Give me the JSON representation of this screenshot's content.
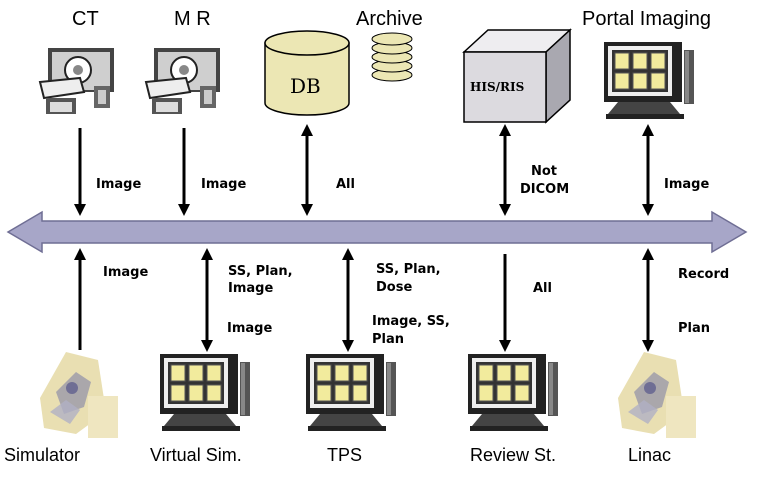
{
  "nodes_top": {
    "ct": "CT",
    "mr": "M R",
    "archive": "Archive",
    "db": "DB",
    "his_ris": "HIS/RIS",
    "portal": "Portal Imaging"
  },
  "nodes_bottom": {
    "simulator": "Simulator",
    "virtual_sim": "Virtual Sim.",
    "tps": "TPS",
    "review": "Review St.",
    "linac": "Linac"
  },
  "flows": {
    "ct_image": "Image",
    "mr_image": "Image",
    "db_all": "All",
    "his_not": "Not",
    "his_dicom": "DICOM",
    "portal_image": "Image",
    "sim_image": "Image",
    "vsim_up_1": "SS, Plan,",
    "vsim_up_2": "Image",
    "vsim_down": "Image",
    "tps_up_1": "SS, Plan,",
    "tps_up_2": "Dose",
    "tps_down_1": "Image, SS,",
    "tps_down_2": "Plan",
    "review_all": "All",
    "linac_record": "Record",
    "linac_plan": "Plan"
  },
  "colors": {
    "bus": "#a7a6c8",
    "bus_edge": "#6f6e94",
    "db_fill": "#ece7b4",
    "box_fill": "#dcdadf",
    "monitor_grid": "#f2eb9d",
    "machine_beige": "#e9dfb2"
  }
}
